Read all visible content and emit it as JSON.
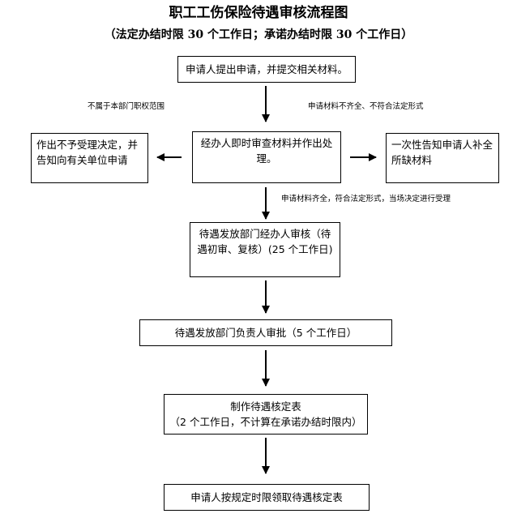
{
  "title": "职工工伤保险待遇审核流程图",
  "subtitle": "（法定办结时限 30 个工作日；承诺办结时限 30 个工作日）",
  "nodes": {
    "apply": "申请人提出申请，并提交相关材料。",
    "review": "经办人即时审查材料并作出处理。",
    "reject": "作出不予受理决定，并告知向有关单位申请",
    "notify": "一次性告知申请人补全所缺材料",
    "initial_audit": "待遇发放部门经办人审核（待遇初审、复核）(25 个工作日)",
    "approval": "待遇发放部门负责人审批（5 个工作日）",
    "make_table_line1": "制作待遇核定表",
    "make_table_line2": "（2 个工作日，不计算在承诺办结时限内）",
    "collect": "申请人按规定时限领取待遇核定表"
  },
  "edge_labels": {
    "not_in_scope": "不属于本部门职权范围",
    "incomplete": "申请材料不齐全、不符合法定形式",
    "complete": "申请材料齐全，符合法定形式，当场决定进行受理"
  }
}
